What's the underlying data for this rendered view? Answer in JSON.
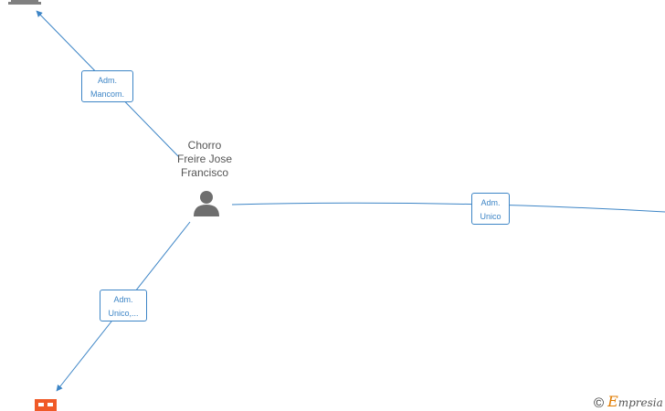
{
  "center_node": {
    "name_lines": [
      "Chorro",
      "Freire Jose",
      "Francisco"
    ],
    "icon": "person-icon"
  },
  "edges": [
    {
      "role_lines": [
        "Adm.",
        "Mancom."
      ],
      "target_icon": "building-icon"
    },
    {
      "role_lines": [
        "Adm.",
        "Unico"
      ],
      "target_icon": ""
    },
    {
      "role_lines": [
        "Adm.",
        "Unico,..."
      ],
      "target_icon": "building-icon"
    }
  ],
  "colors": {
    "edge": "#3d85c6",
    "person": "#6e6e6e",
    "company_gray": "#808080",
    "company_orange": "#f05a28"
  },
  "watermark": {
    "symbol": "©",
    "brand_initial": "E",
    "brand_rest": "mpresia"
  }
}
